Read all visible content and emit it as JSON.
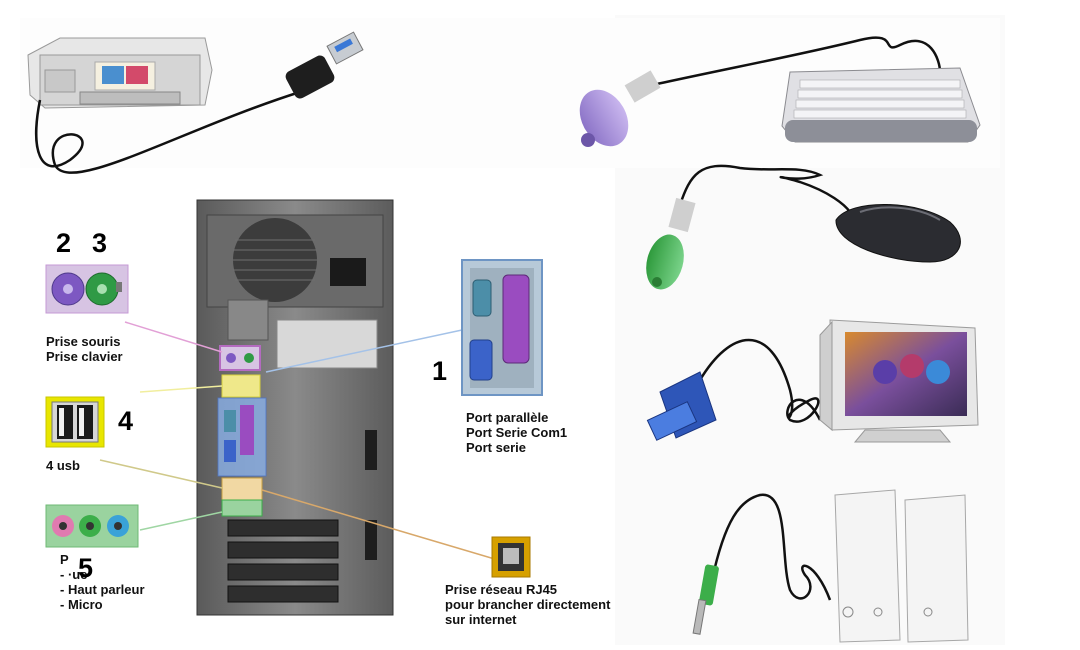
{
  "callouts": {
    "mouse_keyboard_numbers": [
      "2",
      "3"
    ],
    "mouse_keyboard_lines": [
      "Prise souris",
      "Prise clavier"
    ],
    "usb_number": "4",
    "usb_label": "4 usb",
    "audio_number": "5",
    "audio_lines": [
      "P",
      "- ·ue",
      "- Haut parleur",
      "- Micro"
    ],
    "parallel_number": "1",
    "parallel_lines": [
      "Port parallèle",
      "Port Serie Com1",
      "Port serie"
    ],
    "rj45_lines": [
      "Prise réseau RJ45",
      "pour brancher directement",
      "sur internet"
    ]
  },
  "colors": {
    "ps2_panel": "#d7c4e3",
    "mouse_port": "#7d58c2",
    "keyboard_port": "#2f9a45",
    "usb_frame": "#e8e600",
    "parallel_port": "#9a4cc0",
    "serial_port": "#4c8ea8",
    "vga_port": "#3b63c9",
    "rj45_frame": "#d6a000",
    "audio_pink": "#e07ab0",
    "audio_green": "#3cae4a",
    "audio_blue": "#3aa2d8",
    "tower": "#7c7c7c"
  },
  "devices": [
    "printer-icon",
    "usb-cable-icon",
    "keyboard-icon",
    "mouse-icon",
    "monitor-icon",
    "speakers-icon",
    "ps2-plug-icon",
    "vga-plug-icon",
    "audio-jack-icon"
  ]
}
